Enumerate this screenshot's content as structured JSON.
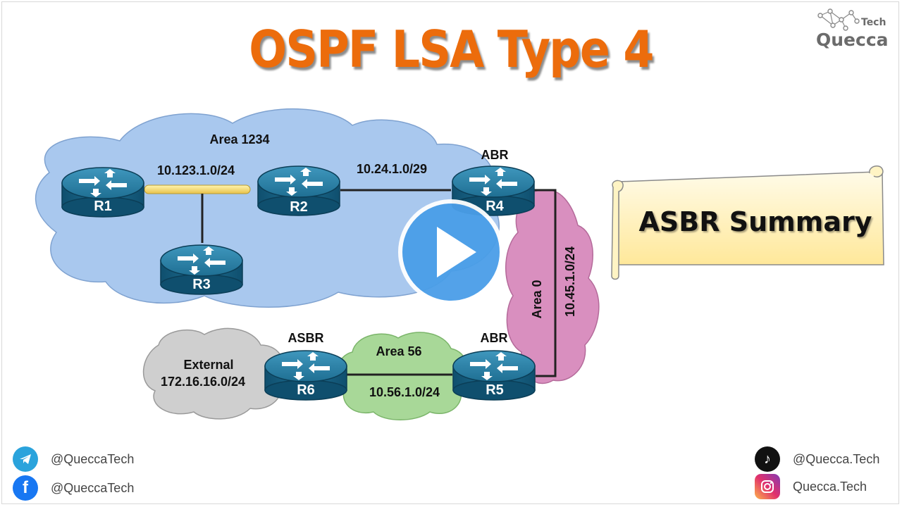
{
  "title": "OSPF LSA  Type 4",
  "logo": {
    "brand": "Quecca",
    "sub": "Tech"
  },
  "callout": "ASBR Summary",
  "areas": {
    "area1234": "Area 1234",
    "area0": "Area 0",
    "area56": "Area 56",
    "external": "External",
    "external_net": "172.16.16.0/24"
  },
  "links": {
    "r1_r2": "10.123.1.0/24",
    "r2_r4": "10.24.1.0/29",
    "r4_r5": "10.45.1.0/24",
    "r6_r5": "10.56.1.0/24"
  },
  "routers": {
    "r1": "R1",
    "r2": "R2",
    "r3": "R3",
    "r4": "R4",
    "r5": "R5",
    "r6": "R6"
  },
  "roles": {
    "r4": "ABR",
    "r5": "ABR",
    "r6": "ASBR"
  },
  "social": {
    "telegram": "@QueccaTech",
    "facebook": "@QueccaTech",
    "tiktok": "@Quecca.Tech",
    "instagram": "Quecca.Tech"
  },
  "colors": {
    "title": "#ec6c0c",
    "area1234": "#a9c8ee",
    "area0": "#d98fbf",
    "area56": "#a8d898",
    "external": "#cfcfcf",
    "router": "#1f6f93",
    "play": "#4a9ee8"
  }
}
